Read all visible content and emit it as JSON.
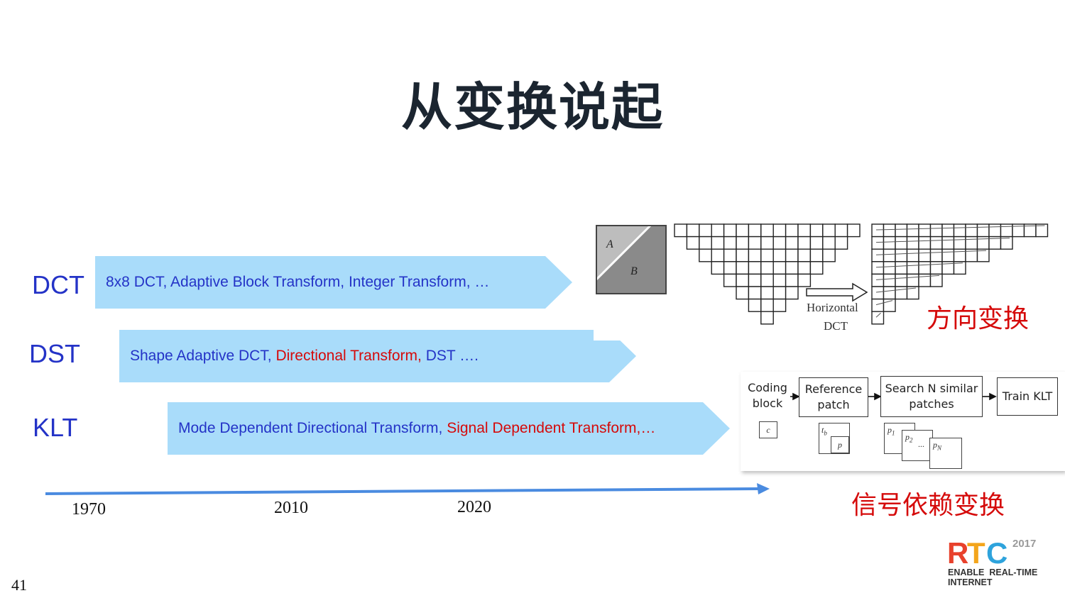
{
  "title": "从变换说起",
  "rows": [
    {
      "label": "DCT",
      "segments": [
        {
          "text": "8x8 DCT, Adaptive Block Transform, Integer Transform, …",
          "color": "blue"
        }
      ]
    },
    {
      "label": "DST",
      "segments": [
        {
          "text": "Shape Adaptive DCT, ",
          "color": "blue"
        },
        {
          "text": "Directional Transform, ",
          "color": "red"
        },
        {
          "text": "DST ….",
          "color": "blue"
        }
      ]
    },
    {
      "label": "KLT",
      "segments": [
        {
          "text": "Mode Dependent Directional Transform, ",
          "color": "blue"
        },
        {
          "text": "Signal Dependent Transform,…",
          "color": "red"
        }
      ]
    }
  ],
  "timeline": {
    "years": [
      "1970",
      "2010",
      "2020"
    ],
    "color": "#4a8be0"
  },
  "directional_figure": {
    "square_labels": [
      "A",
      "B"
    ],
    "arrow_label_line1": "Horizontal",
    "arrow_label_line2": "DCT",
    "caption": "方向变换"
  },
  "klt_figure": {
    "boxes": [
      {
        "line1": "Coding",
        "line2": "block"
      },
      {
        "line1": "Reference",
        "line2": "patch"
      },
      {
        "line1": "Search N similar",
        "line2": "patches"
      },
      {
        "line1": "Train KLT",
        "line2": ""
      }
    ],
    "symbols": {
      "c": "c",
      "tb": "t",
      "tb_sub": "b",
      "p": "p",
      "p1": "p",
      "p1_sub": "1",
      "p2": "p",
      "p2_sub": "2",
      "pn": "p",
      "pn_sub": "N",
      "dots": "..."
    },
    "caption": "信号依赖变换"
  },
  "page_number": "41",
  "logo": {
    "brand": "RTC",
    "year": "2017",
    "tagline_line1": "ENABLE  REAL-TIME",
    "tagline_line2": "INTERNET",
    "colors": [
      "#e8412c",
      "#f3a51c",
      "#2ea3dc"
    ]
  },
  "colors": {
    "arrow_fill": "#a9dcfa",
    "blue_text": "#2433c7",
    "red_text": "#d50a0a"
  }
}
